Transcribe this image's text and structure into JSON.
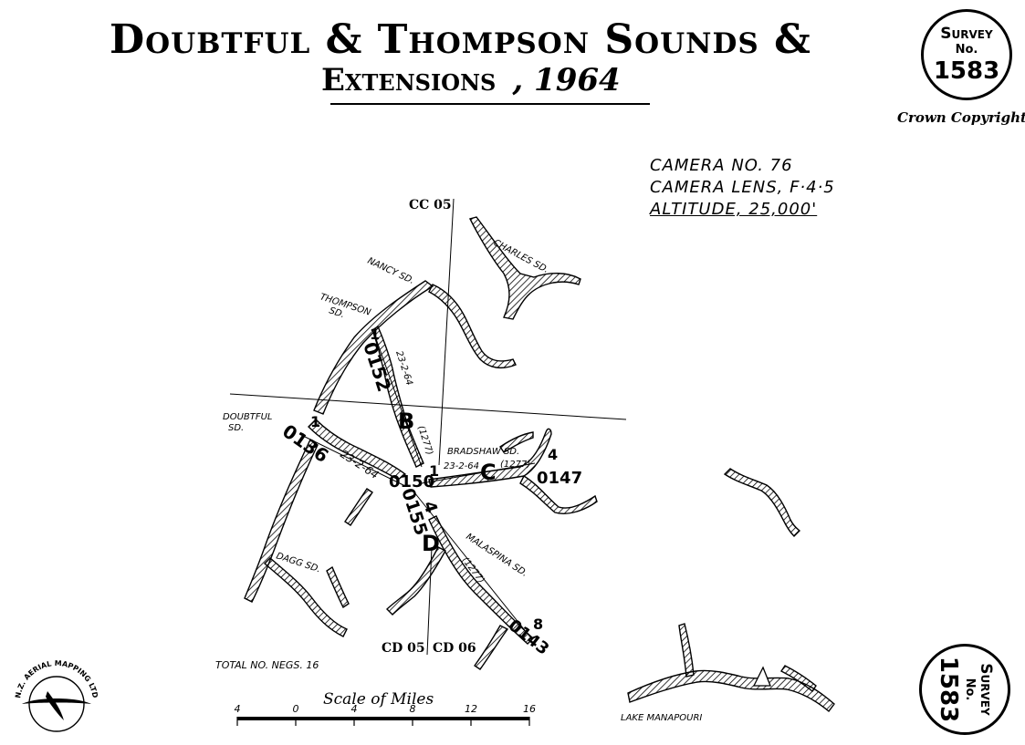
{
  "header": {
    "title_line1": "Doubtful & Thompson Sounds &",
    "title_line2": "Extensions",
    "year": ", 1964"
  },
  "survey_badge": {
    "line1": "Survey",
    "line2": "No.",
    "number": "1583"
  },
  "copyright": "Crown Copyright",
  "camera": {
    "line1": "CAMERA NO. 76",
    "line2": "CAMERA LENS, F·4·5",
    "line3": "ALTITUDE, 25,000'"
  },
  "grid_labels": {
    "cc05": "CC 05",
    "cd05": "CD 05",
    "cd06": "CD 06"
  },
  "places": {
    "charles": "CHARLES SD.",
    "nancy": "NANCY SD.",
    "thompson1": "THOMPSON",
    "thompson2": "SD.",
    "doubtful1": "DOUBTFUL",
    "doubtful2": "SD.",
    "bradshaw": "BRADSHAW SD.",
    "dagg": "DAGG SD.",
    "malaspina": "MALASPINA SD.",
    "manapouri": "LAKE MANAPOURI"
  },
  "flight_runs": {
    "b": {
      "letter": "B",
      "run": "(1277)",
      "date": "23-2-64",
      "start": "1",
      "neg": "0152"
    },
    "c": {
      "letter": "C",
      "run": "(1277)",
      "date": "23-2-64",
      "start": "1",
      "end": "4",
      "neg_start": "0150",
      "neg_end": "0147"
    },
    "d": {
      "letter": "D",
      "run": "(1277)",
      "start": "4",
      "end": "8",
      "neg_start": "0155",
      "neg_end": "0143"
    },
    "a": {
      "date": "23-2-64",
      "start": "1",
      "neg": "0136"
    }
  },
  "total_negs": "TOTAL NO. NEGS. 16",
  "scale": {
    "title": "Scale of Miles",
    "ticks": [
      "4",
      "0",
      "4",
      "8",
      "12",
      "16"
    ]
  },
  "logo_text": "N.Z. AERIAL MAPPING LTD"
}
